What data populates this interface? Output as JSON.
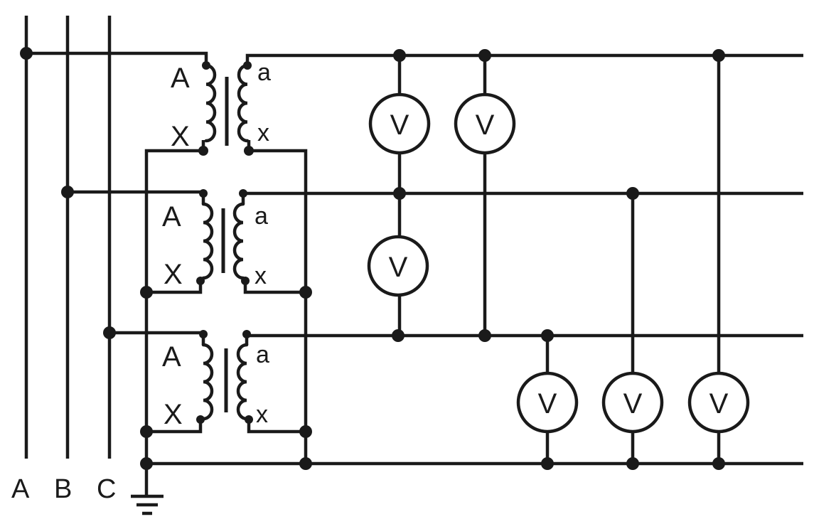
{
  "bus_labels": [
    "A",
    "B",
    "C"
  ],
  "transformers": [
    {
      "primary_start": "A",
      "primary_end": "X",
      "secondary_start": "a",
      "secondary_end": "x"
    },
    {
      "primary_start": "A",
      "primary_end": "X",
      "secondary_start": "a",
      "secondary_end": "x"
    },
    {
      "primary_start": "A",
      "primary_end": "X",
      "secondary_start": "a",
      "secondary_end": "x"
    }
  ],
  "voltmeter_symbol": "V",
  "voltmeter_count": 6,
  "colors": {
    "ink": "#1a1a1a",
    "paper": "#ffffff"
  }
}
